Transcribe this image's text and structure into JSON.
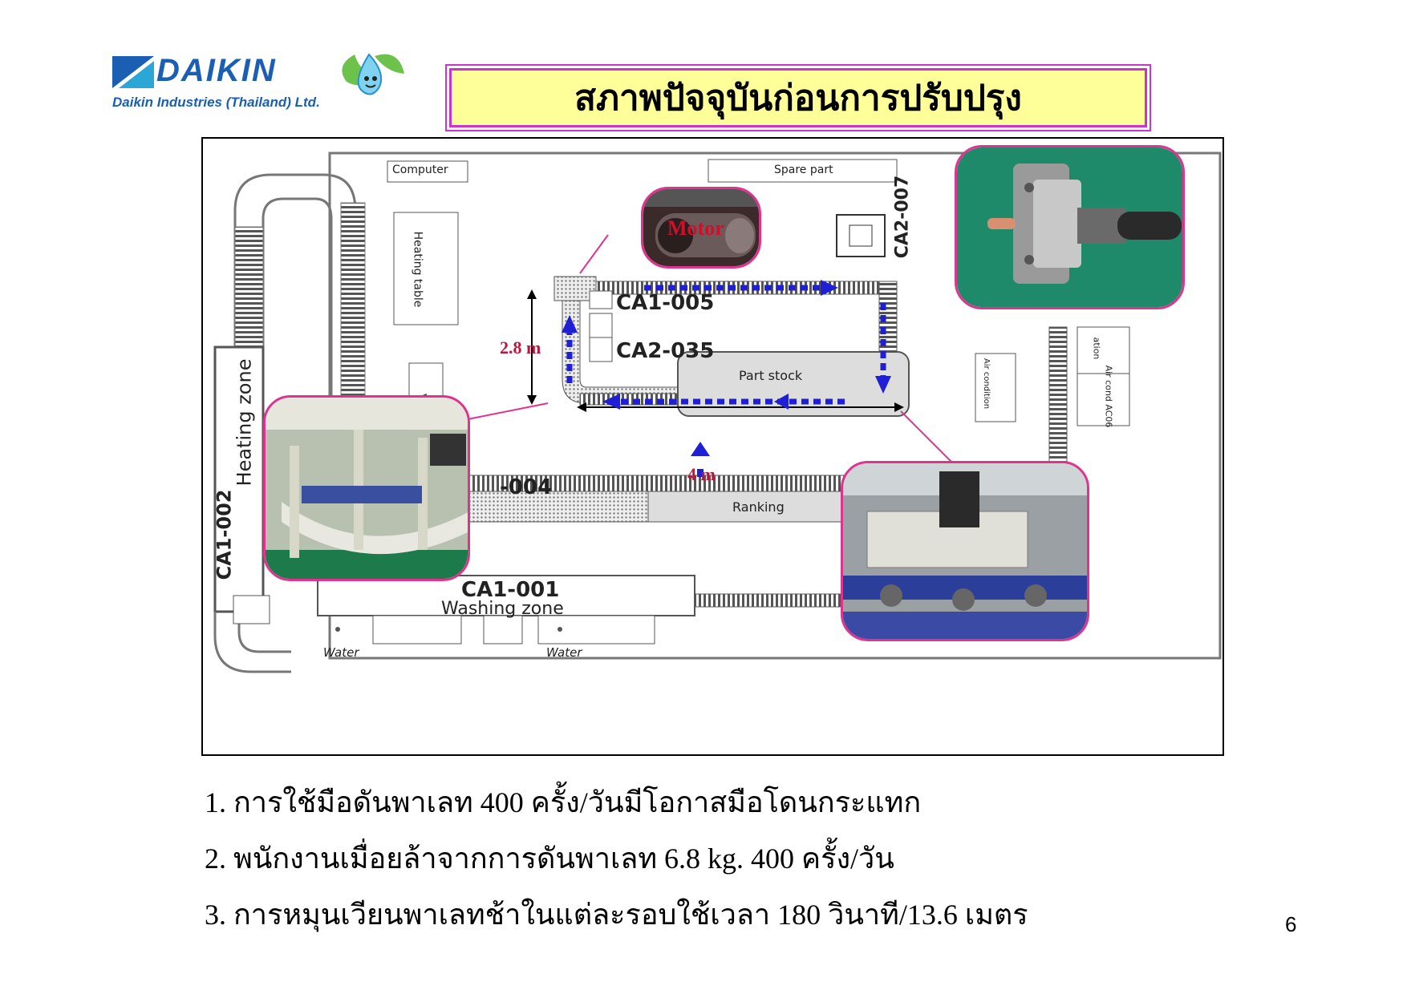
{
  "header": {
    "brand": "DAIKIN",
    "subsidiary": "Daikin Industries (Thailand) Ltd.",
    "title": "สภาพปัจจุบันก่อนการปรับปรุง"
  },
  "diagram": {
    "labels": {
      "computer": "Computer",
      "spare_part": "Spare part",
      "heating_table": "Heating table",
      "heating_zone": "Heating zone",
      "part_stock": "Part stock",
      "ranking": "Ranking",
      "washing_zone": "Washing zone",
      "water_left": "Water",
      "water_right": "Water",
      "air_condition": "Air condition",
      "air_cond_side": "Air cond AC06",
      "station_side": "ation",
      "v_mark": "V"
    },
    "stations": {
      "ca1_005": "CA1-005",
      "ca2_035": "CA2-035",
      "ca2_007": "CA2-007",
      "ca1_002": "CA1-002",
      "ca1_004": "-004",
      "ca1_001": "CA1-001"
    },
    "callouts": {
      "motor": "Motor"
    },
    "dimensions": {
      "height": "2.8 m",
      "width": "4 m"
    },
    "colors": {
      "arrow": "#1f1fd6",
      "callout_border": "#e0338f",
      "dimension_text": "#c0143c"
    }
  },
  "points": [
    "1. การใช้มือดันพาเลท 400 ครั้ง/วันมีโอกาสมือโดนกระแทก",
    "2. พนักงานเมื่อยล้าจากการดันพาเลท 6.8 kg. 400  ครั้ง/วัน",
    "3. การหมุนเวียนพาเลทช้าในแต่ละรอบใช้เวลา 180 วินาที/13.6 เมตร"
  ],
  "page_number": "6"
}
